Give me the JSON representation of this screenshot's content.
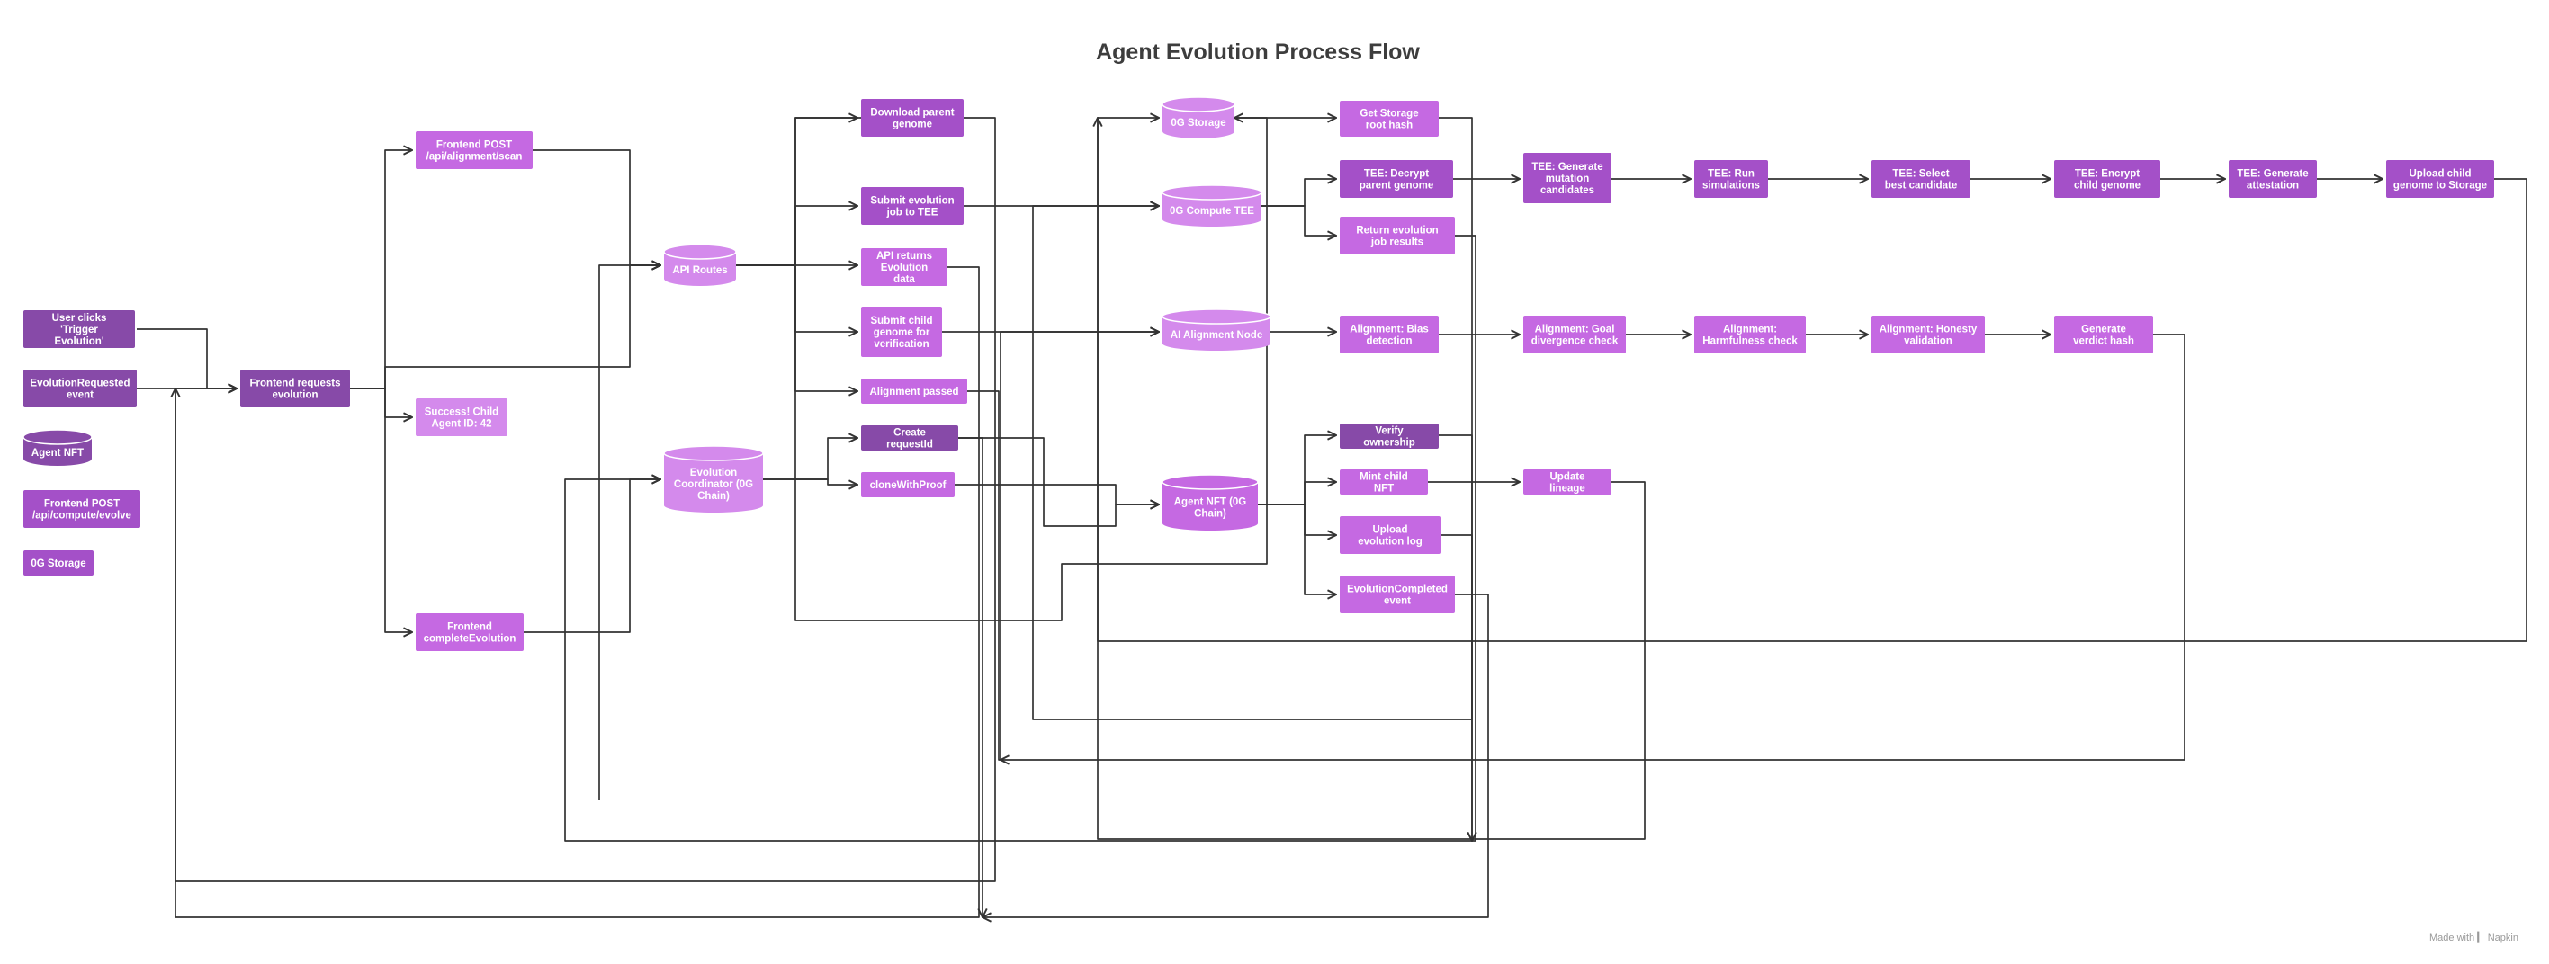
{
  "title": "Agent Evolution Process Flow",
  "footer": "Made with ▎ Napkin",
  "colors": {
    "dark": "#874aa8",
    "mid": "#a450c8",
    "light": "#c569e2",
    "pale": "#d48aec",
    "text": "#ffffff",
    "line": "#333333"
  },
  "nodes": [
    {
      "id": "user-clicks",
      "label": "User clicks 'Trigger Evolution'",
      "shape": "rect",
      "color": "dark"
    },
    {
      "id": "evolution-requested-event",
      "label": "EvolutionRequested event",
      "shape": "rect",
      "color": "dark"
    },
    {
      "id": "legend-agent-nft",
      "label": "Agent NFT",
      "shape": "cyl",
      "color": "dark"
    },
    {
      "id": "legend-frontend-post-compute",
      "label": "Frontend POST /api/compute/evolve",
      "shape": "rect",
      "color": "mid"
    },
    {
      "id": "legend-0g-storage",
      "label": "0G Storage",
      "shape": "rect",
      "color": "mid"
    },
    {
      "id": "frontend-requests-evolution",
      "label": "Frontend requests evolution",
      "shape": "rect",
      "color": "dark"
    },
    {
      "id": "frontend-post-alignment",
      "label": "Frontend POST /api/alignment/scan",
      "shape": "rect",
      "color": "light"
    },
    {
      "id": "success-child",
      "label": "Success! Child Agent ID: 42",
      "shape": "rect",
      "color": "pale"
    },
    {
      "id": "frontend-complete-evolution",
      "label": "Frontend completeEvolution",
      "shape": "rect",
      "color": "light"
    },
    {
      "id": "api-routes",
      "label": "API Routes",
      "shape": "cyl",
      "color": "pale"
    },
    {
      "id": "evolution-coordinator",
      "label": "Evolution Coordinator (0G Chain)",
      "shape": "cyl",
      "color": "pale"
    },
    {
      "id": "download-parent-genome",
      "label": "Download parent genome",
      "shape": "rect",
      "color": "mid"
    },
    {
      "id": "submit-evolution-job",
      "label": "Submit evolution job to TEE",
      "shape": "rect",
      "color": "mid"
    },
    {
      "id": "api-returns",
      "label": "API returns Evolution data",
      "shape": "rect",
      "color": "light"
    },
    {
      "id": "submit-child-genome",
      "label": "Submit child genome for verification",
      "shape": "rect",
      "color": "light"
    },
    {
      "id": "alignment-passed",
      "label": "Alignment passed",
      "shape": "rect",
      "color": "light"
    },
    {
      "id": "create-request-id",
      "label": "Create requestId",
      "shape": "rect",
      "color": "dark"
    },
    {
      "id": "clone-with-proof",
      "label": "cloneWithProof",
      "shape": "rect",
      "color": "light"
    },
    {
      "id": "og-storage",
      "label": "0G Storage",
      "shape": "cyl",
      "color": "pale"
    },
    {
      "id": "og-compute-tee",
      "label": "0G Compute TEE",
      "shape": "cyl",
      "color": "pale"
    },
    {
      "id": "ai-alignment-node",
      "label": "AI Alignment Node",
      "shape": "cyl",
      "color": "pale"
    },
    {
      "id": "agent-nft",
      "label": "Agent NFT (0G Chain)",
      "shape": "cyl",
      "color": "light"
    },
    {
      "id": "get-storage-root",
      "label": "Get Storage root hash",
      "shape": "rect",
      "color": "light"
    },
    {
      "id": "tee-decrypt",
      "label": "TEE: Decrypt parent genome",
      "shape": "rect",
      "color": "mid"
    },
    {
      "id": "return-evolution-results",
      "label": "Return evolution job results",
      "shape": "rect",
      "color": "light"
    },
    {
      "id": "alignment-bias",
      "label": "Alignment: Bias detection",
      "shape": "rect",
      "color": "light"
    },
    {
      "id": "verify-ownership",
      "label": "Verify ownership",
      "shape": "rect",
      "color": "dark"
    },
    {
      "id": "mint-child-nft",
      "label": "Mint child NFT",
      "shape": "rect",
      "color": "light"
    },
    {
      "id": "upload-evolution-log",
      "label": "Upload evolution log",
      "shape": "rect",
      "color": "light"
    },
    {
      "id": "evolution-completed-event",
      "label": "EvolutionCompleted event",
      "shape": "rect",
      "color": "light"
    },
    {
      "id": "tee-generate-mutation",
      "label": "TEE: Generate mutation candidates",
      "shape": "rect",
      "color": "mid"
    },
    {
      "id": "alignment-goal",
      "label": "Alignment: Goal divergence check",
      "shape": "rect",
      "color": "light"
    },
    {
      "id": "update-lineage",
      "label": "Update lineage",
      "shape": "rect",
      "color": "light"
    },
    {
      "id": "tee-run-simulations",
      "label": "TEE: Run simulations",
      "shape": "rect",
      "color": "mid"
    },
    {
      "id": "alignment-harmfulness",
      "label": "Alignment: Harmfulness check",
      "shape": "rect",
      "color": "light"
    },
    {
      "id": "tee-select-best",
      "label": "TEE: Select best candidate",
      "shape": "rect",
      "color": "mid"
    },
    {
      "id": "alignment-honesty",
      "label": "Alignment: Honesty validation",
      "shape": "rect",
      "color": "light"
    },
    {
      "id": "tee-encrypt-child",
      "label": "TEE: Encrypt child genome",
      "shape": "rect",
      "color": "mid"
    },
    {
      "id": "generate-verdict-hash",
      "label": "Generate verdict hash",
      "shape": "rect",
      "color": "light"
    },
    {
      "id": "tee-generate-attestation",
      "label": "TEE: Generate attestation",
      "shape": "rect",
      "color": "mid"
    },
    {
      "id": "upload-child-genome",
      "label": "Upload child genome to Storage",
      "shape": "rect",
      "color": "mid"
    }
  ]
}
